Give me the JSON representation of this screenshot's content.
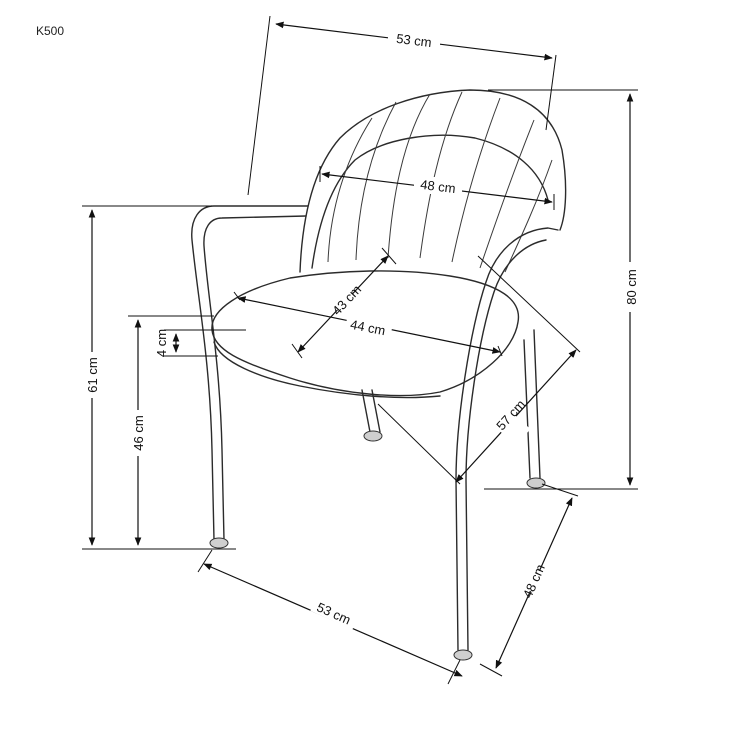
{
  "model": "K500",
  "dimensions": {
    "width_top": "53 cm",
    "seat_back_width": "48 cm",
    "seat_depth": "43 cm",
    "seat_width": "44 cm",
    "total_height": "80 cm",
    "armrest_height": "61 cm",
    "seat_height": "46 cm",
    "seat_thickness": "4 cm",
    "diagonal": "57 cm",
    "width_bottom": "53 cm",
    "depth_bottom": "48 cm"
  },
  "colors": {
    "line": "#2b2b2b",
    "background": "#ffffff"
  }
}
